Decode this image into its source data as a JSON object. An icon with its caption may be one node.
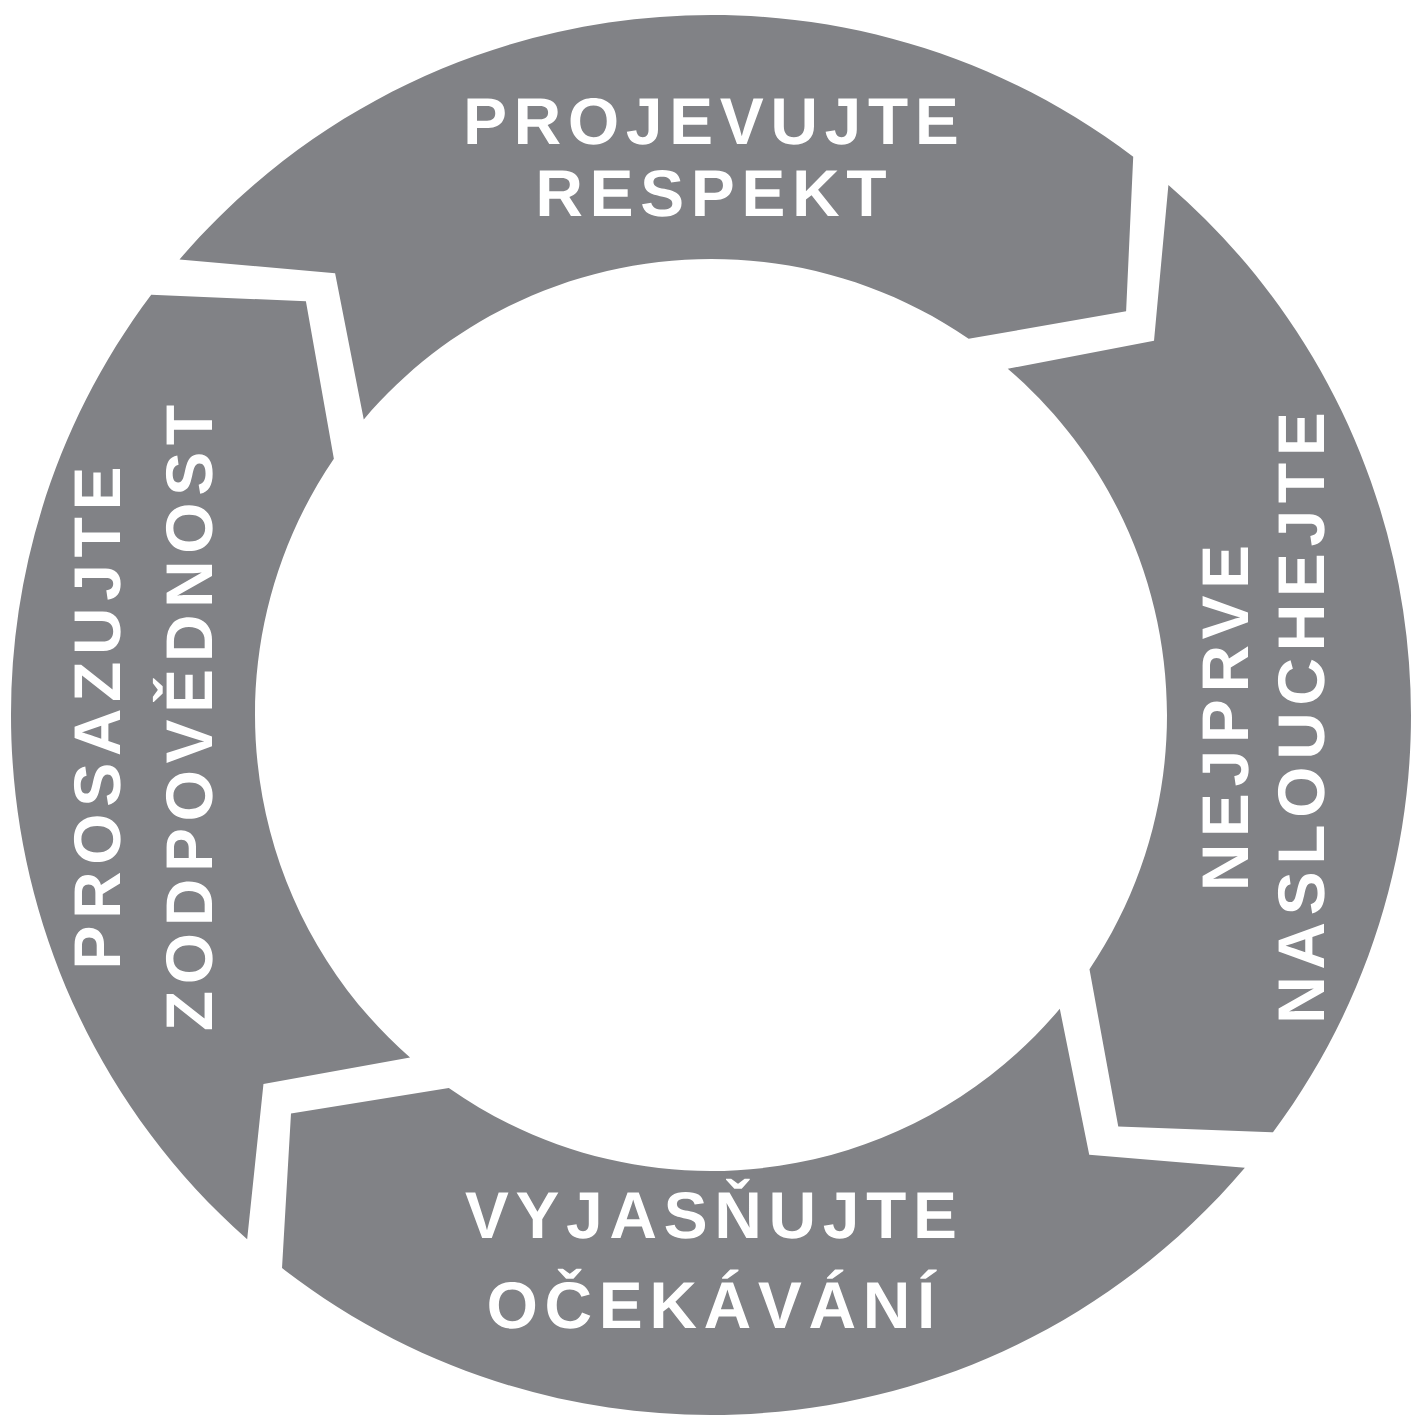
{
  "diagram": {
    "nodes": [
      {
        "text": [
          "PROJEVUJTE RESPEKT"
        ]
      },
      {
        "text": [
          "NEJPRVE NASLOUCHEJTE"
        ]
      },
      {
        "text": [
          "VYJASŇUJTE OČEKÁVÁNÍ"
        ]
      },
      {
        "text": [
          "PROSAZUJTE ZODPOVĚDNOST"
        ]
      }
    ]
  }
}
